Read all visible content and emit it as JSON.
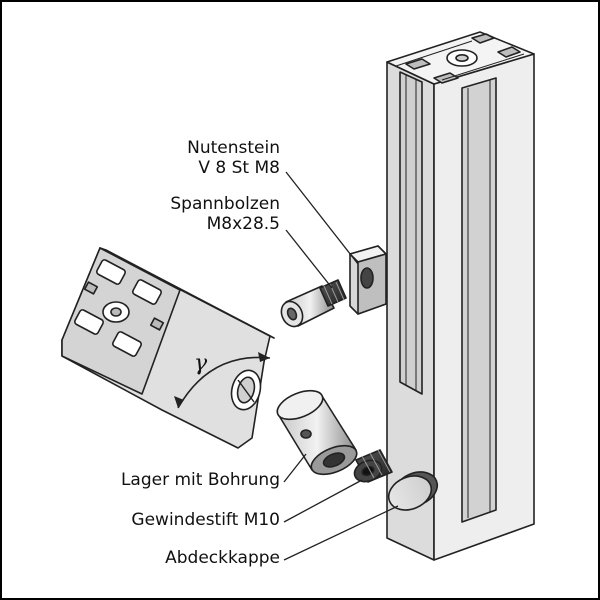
{
  "labels": {
    "nutenstein": [
      "Nutenstein",
      "V 8 St M8"
    ],
    "spannbolzen": [
      "Spannbolzen",
      "M8x28.5"
    ],
    "lager": "Lager mit Bohrung",
    "gewindestift": "Gewindestift M10",
    "abdeckkappe": "Abdeckkappe"
  },
  "angle_symbol": "γ"
}
